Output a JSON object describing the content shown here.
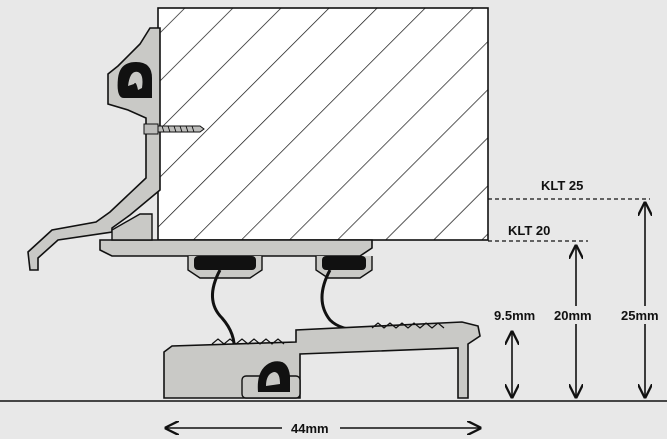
{
  "labels": {
    "klt25": "KLT 25",
    "klt20": "KLT 20",
    "dim_9_5": "9.5mm",
    "dim_20": "20mm",
    "dim_25": "25mm",
    "width_44": "44mm"
  },
  "colors": {
    "background": "#e8e8e8",
    "profile_fill": "#c9c9c6",
    "profile_stroke": "#111111",
    "gasket": "#111111",
    "hatch": "#111111"
  }
}
